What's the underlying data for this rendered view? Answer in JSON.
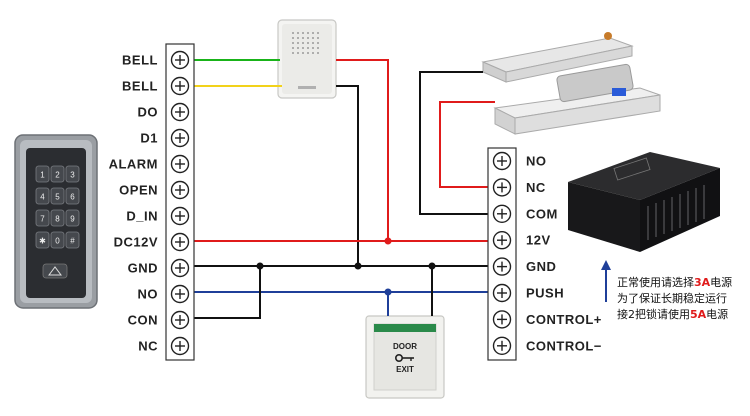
{
  "left_terminals": [
    "BELL",
    "BELL",
    "DO",
    "D1",
    "ALARM",
    "OPEN",
    "D_IN",
    "DC12V",
    "GND",
    "NO",
    "CON",
    "NC"
  ],
  "right_terminals": [
    "NO",
    "NC",
    "COM",
    "12V",
    "GND",
    "PUSH",
    "CONTROL+",
    "CONTROL−"
  ],
  "keypad": {
    "keys": [
      "1",
      "2",
      "3",
      "4",
      "5",
      "6",
      "7",
      "8",
      "9",
      "✱",
      "0",
      "#"
    ]
  },
  "exit_button": {
    "line1": "DOOR",
    "line2": "EXIT"
  },
  "note": {
    "line1_pre": "正常使用请选择",
    "line1_red": "3A",
    "line1_post": "电源",
    "line2": "为了保证长期稳定运行",
    "line3_pre": "接2把锁请使用",
    "line3_red": "5A",
    "line3_post": "电源"
  },
  "colors": {
    "bell": "#19b319",
    "bell2": "#f2d21a",
    "power": "#e01b1b",
    "ground": "#111111",
    "signal": "#1f3f99"
  }
}
